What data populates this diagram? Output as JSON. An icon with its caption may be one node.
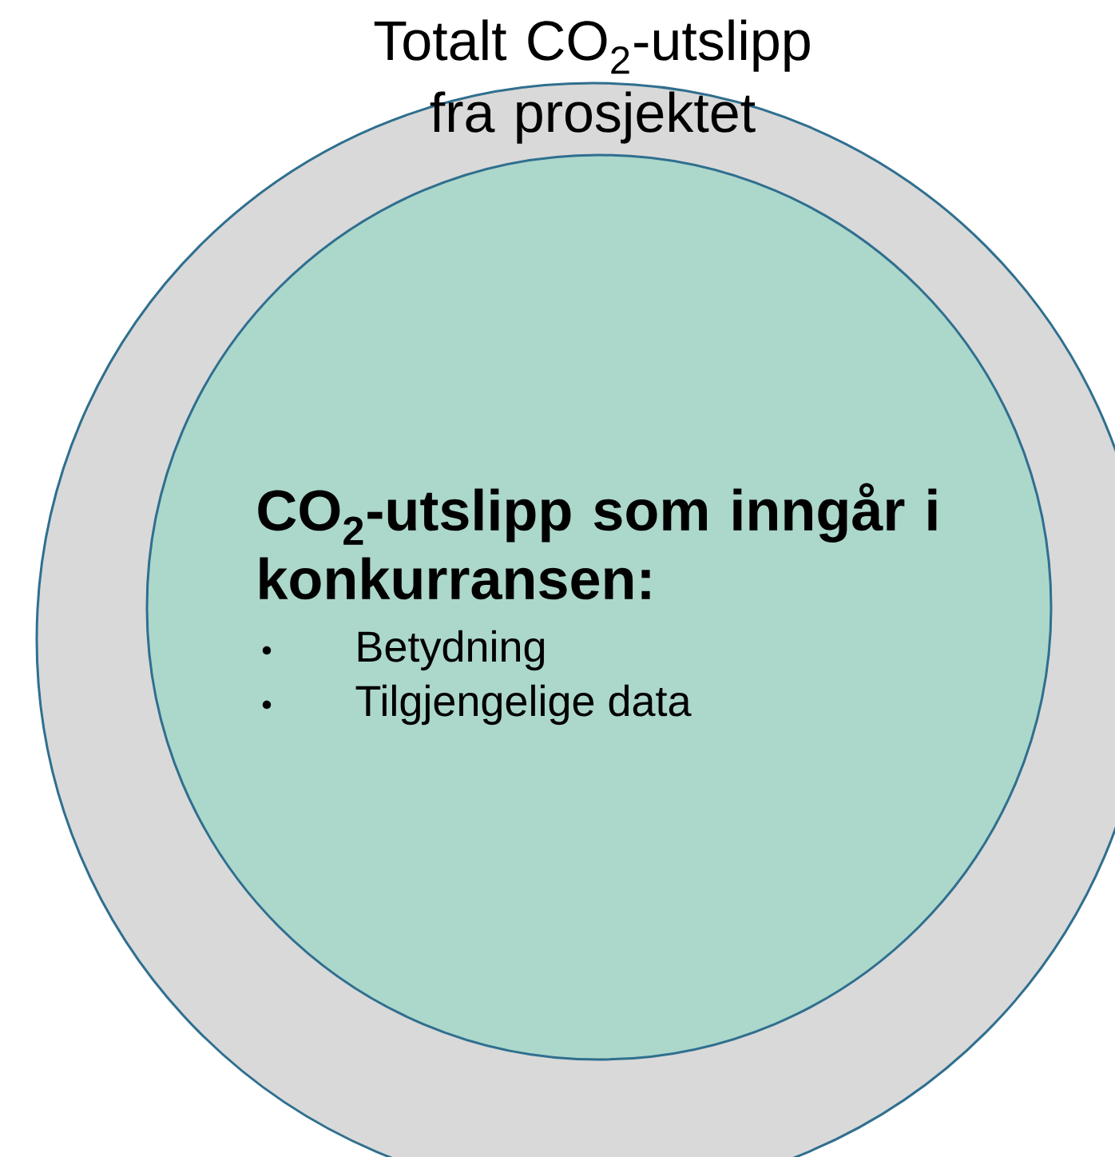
{
  "diagram": {
    "nodes": [
      {
        "text": [
          "Totalt CO$_{2}$-utslipp fra prosjektet"
        ]
      },
      {
        "text": [
          "**CO**$_{2}$**-utslipp som inngår i konkurransen**:",
          "Betydning",
          "Tilgjengelige data"
        ],
        "in": 0
      }
    ]
  }
}
